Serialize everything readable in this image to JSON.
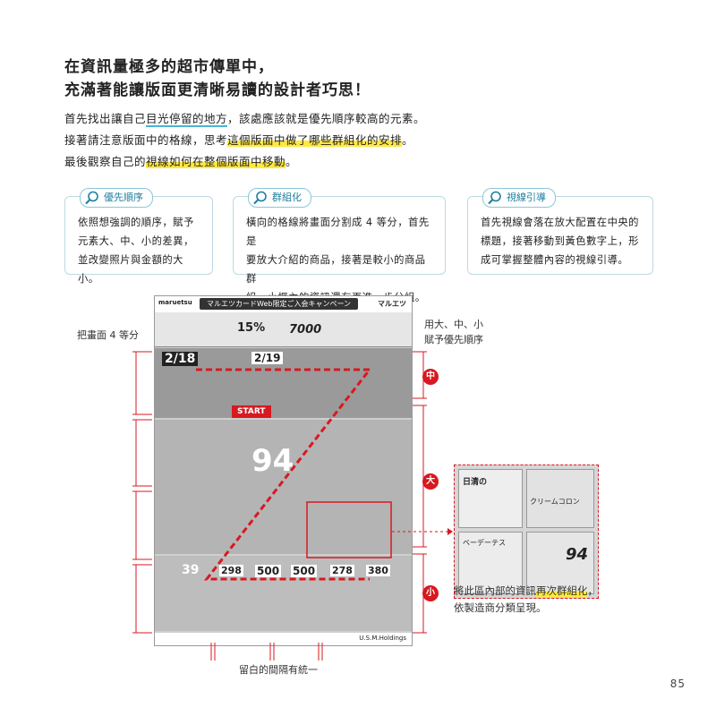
{
  "title": {
    "line1": "在資訊量極多的超市傳單中，",
    "line2": "充滿著能讓版面更清晰易讀的設計者巧思！"
  },
  "intro": {
    "l1_a": "首先找出讓自己",
    "l1_b": "目光停留的地方",
    "l1_c": "，該處應該就是優先順序較高的元素。",
    "l2_a": "接著請注意版面中的格線，思考",
    "l2_b": "這個版面中做了哪些群組化的安排",
    "l2_c": "。",
    "l3_a": "最後觀察自己的",
    "l3_b": "視線如何在整個版面中移動",
    "l3_c": "。"
  },
  "cards": [
    {
      "tag": "優先順序",
      "line1": "依照想強調的順序，賦予",
      "line2": "元素大、中、小的差異，",
      "line3": "並改變照片與金額的大小。"
    },
    {
      "tag": "群組化",
      "line1": "橫向的格線將畫面分割成 4 等分，首先是",
      "line2": "要放大介紹的商品，接著是較小的商品群",
      "line3": "組。小框內的資訊還有再進一步分組。"
    },
    {
      "tag": "視線引導",
      "line1": "首先視線會落在放大配置在中央的",
      "line2": "標題，接著移動到黃色數字上，形",
      "line3": "成可掌握整體內容的視線引導。"
    }
  ],
  "annotations": {
    "left_label": "把畫面 4 等分",
    "right_top_1": "用大、中、小",
    "right_top_2": "賦予優先順序",
    "size_mid": "中",
    "size_large": "大",
    "size_small": "小",
    "regroup_a": "將此區內部的資訊",
    "regroup_b": "再次群組化",
    "regroup_c": "，",
    "regroup_2": "依製造商分類呈現。",
    "bottom_label": "留白的間隔有統一"
  },
  "flyer": {
    "brand": "maruetsu",
    "campaign": "マルエツカードWeb限定ご入会キャンペーン",
    "store": "マルエツ",
    "percent": "15%",
    "points": "7000",
    "date1": "2/18",
    "date2": "2/19",
    "start": "START",
    "big_price": "94",
    "prices": [
      "39",
      "298",
      "500",
      "500",
      "278",
      "380"
    ],
    "footer": "U.S.M.Holdings"
  },
  "zoom": {
    "item1": "日清の",
    "item2": "クリームコロン",
    "item3": "ベーデーテス",
    "price": "94"
  },
  "page_number": "85",
  "colors": {
    "accent_red": "#d71920",
    "accent_blue": "#47b4d6",
    "highlight_yellow": "#ffe93d"
  }
}
